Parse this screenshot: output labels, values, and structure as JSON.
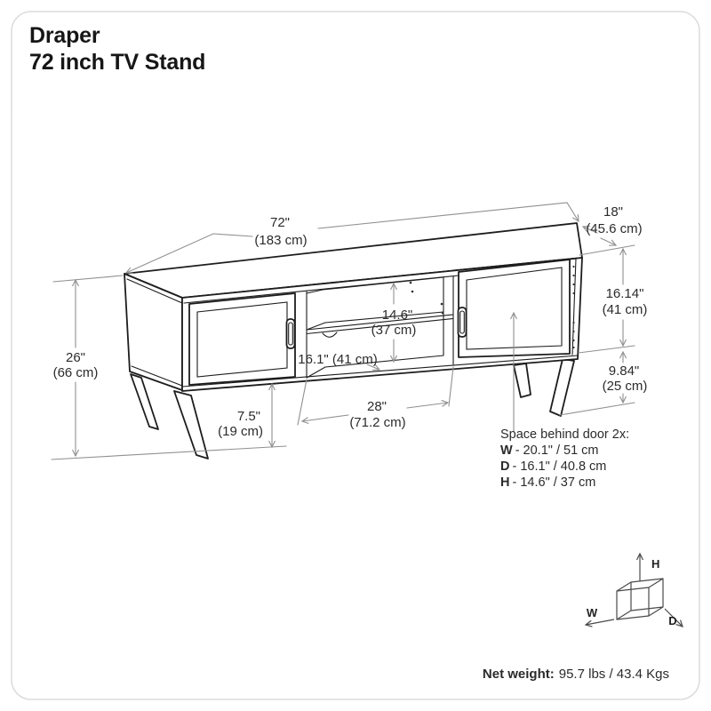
{
  "title": {
    "line1": "Draper",
    "line2": "72 inch TV Stand"
  },
  "dims": {
    "width": {
      "in": "72\"",
      "cm": "(183 cm)"
    },
    "depth": {
      "in": "18\"",
      "cm": "(45.6 cm)"
    },
    "body_height": {
      "in": "16.14\"",
      "cm": "(41 cm)"
    },
    "bottom_clearance": {
      "in": "9.84\"",
      "cm": "(25 cm)"
    },
    "total_height": {
      "in": "26\"",
      "cm": "(66 cm)"
    },
    "leg_height": {
      "in": "7.5\"",
      "cm": "(19 cm)"
    },
    "shelf_height": {
      "in": "14.6\"",
      "cm": "(37 cm)"
    },
    "interior_depth": "16.1\" (41 cm)",
    "opening_width": {
      "in": "28\"",
      "cm": "(71.2 cm)"
    }
  },
  "door_space": {
    "heading": "Space behind door 2x:",
    "rows": [
      {
        "key": "W",
        "value": "- 20.1\" / 51 cm"
      },
      {
        "key": "D",
        "value": "- 16.1\" / 40.8 cm"
      },
      {
        "key": "H",
        "value": "- 14.6\" / 37 cm"
      }
    ]
  },
  "net_weight": {
    "label": "Net weight:",
    "value": "95.7 lbs / 43.4 Kgs"
  },
  "axis_cube": {
    "h": "H",
    "w": "W",
    "d": "D"
  },
  "colors": {
    "line": "#1d1d1d",
    "dim_line": "#909090",
    "text": "#2b2b2b",
    "border": "#dcdcdc"
  }
}
